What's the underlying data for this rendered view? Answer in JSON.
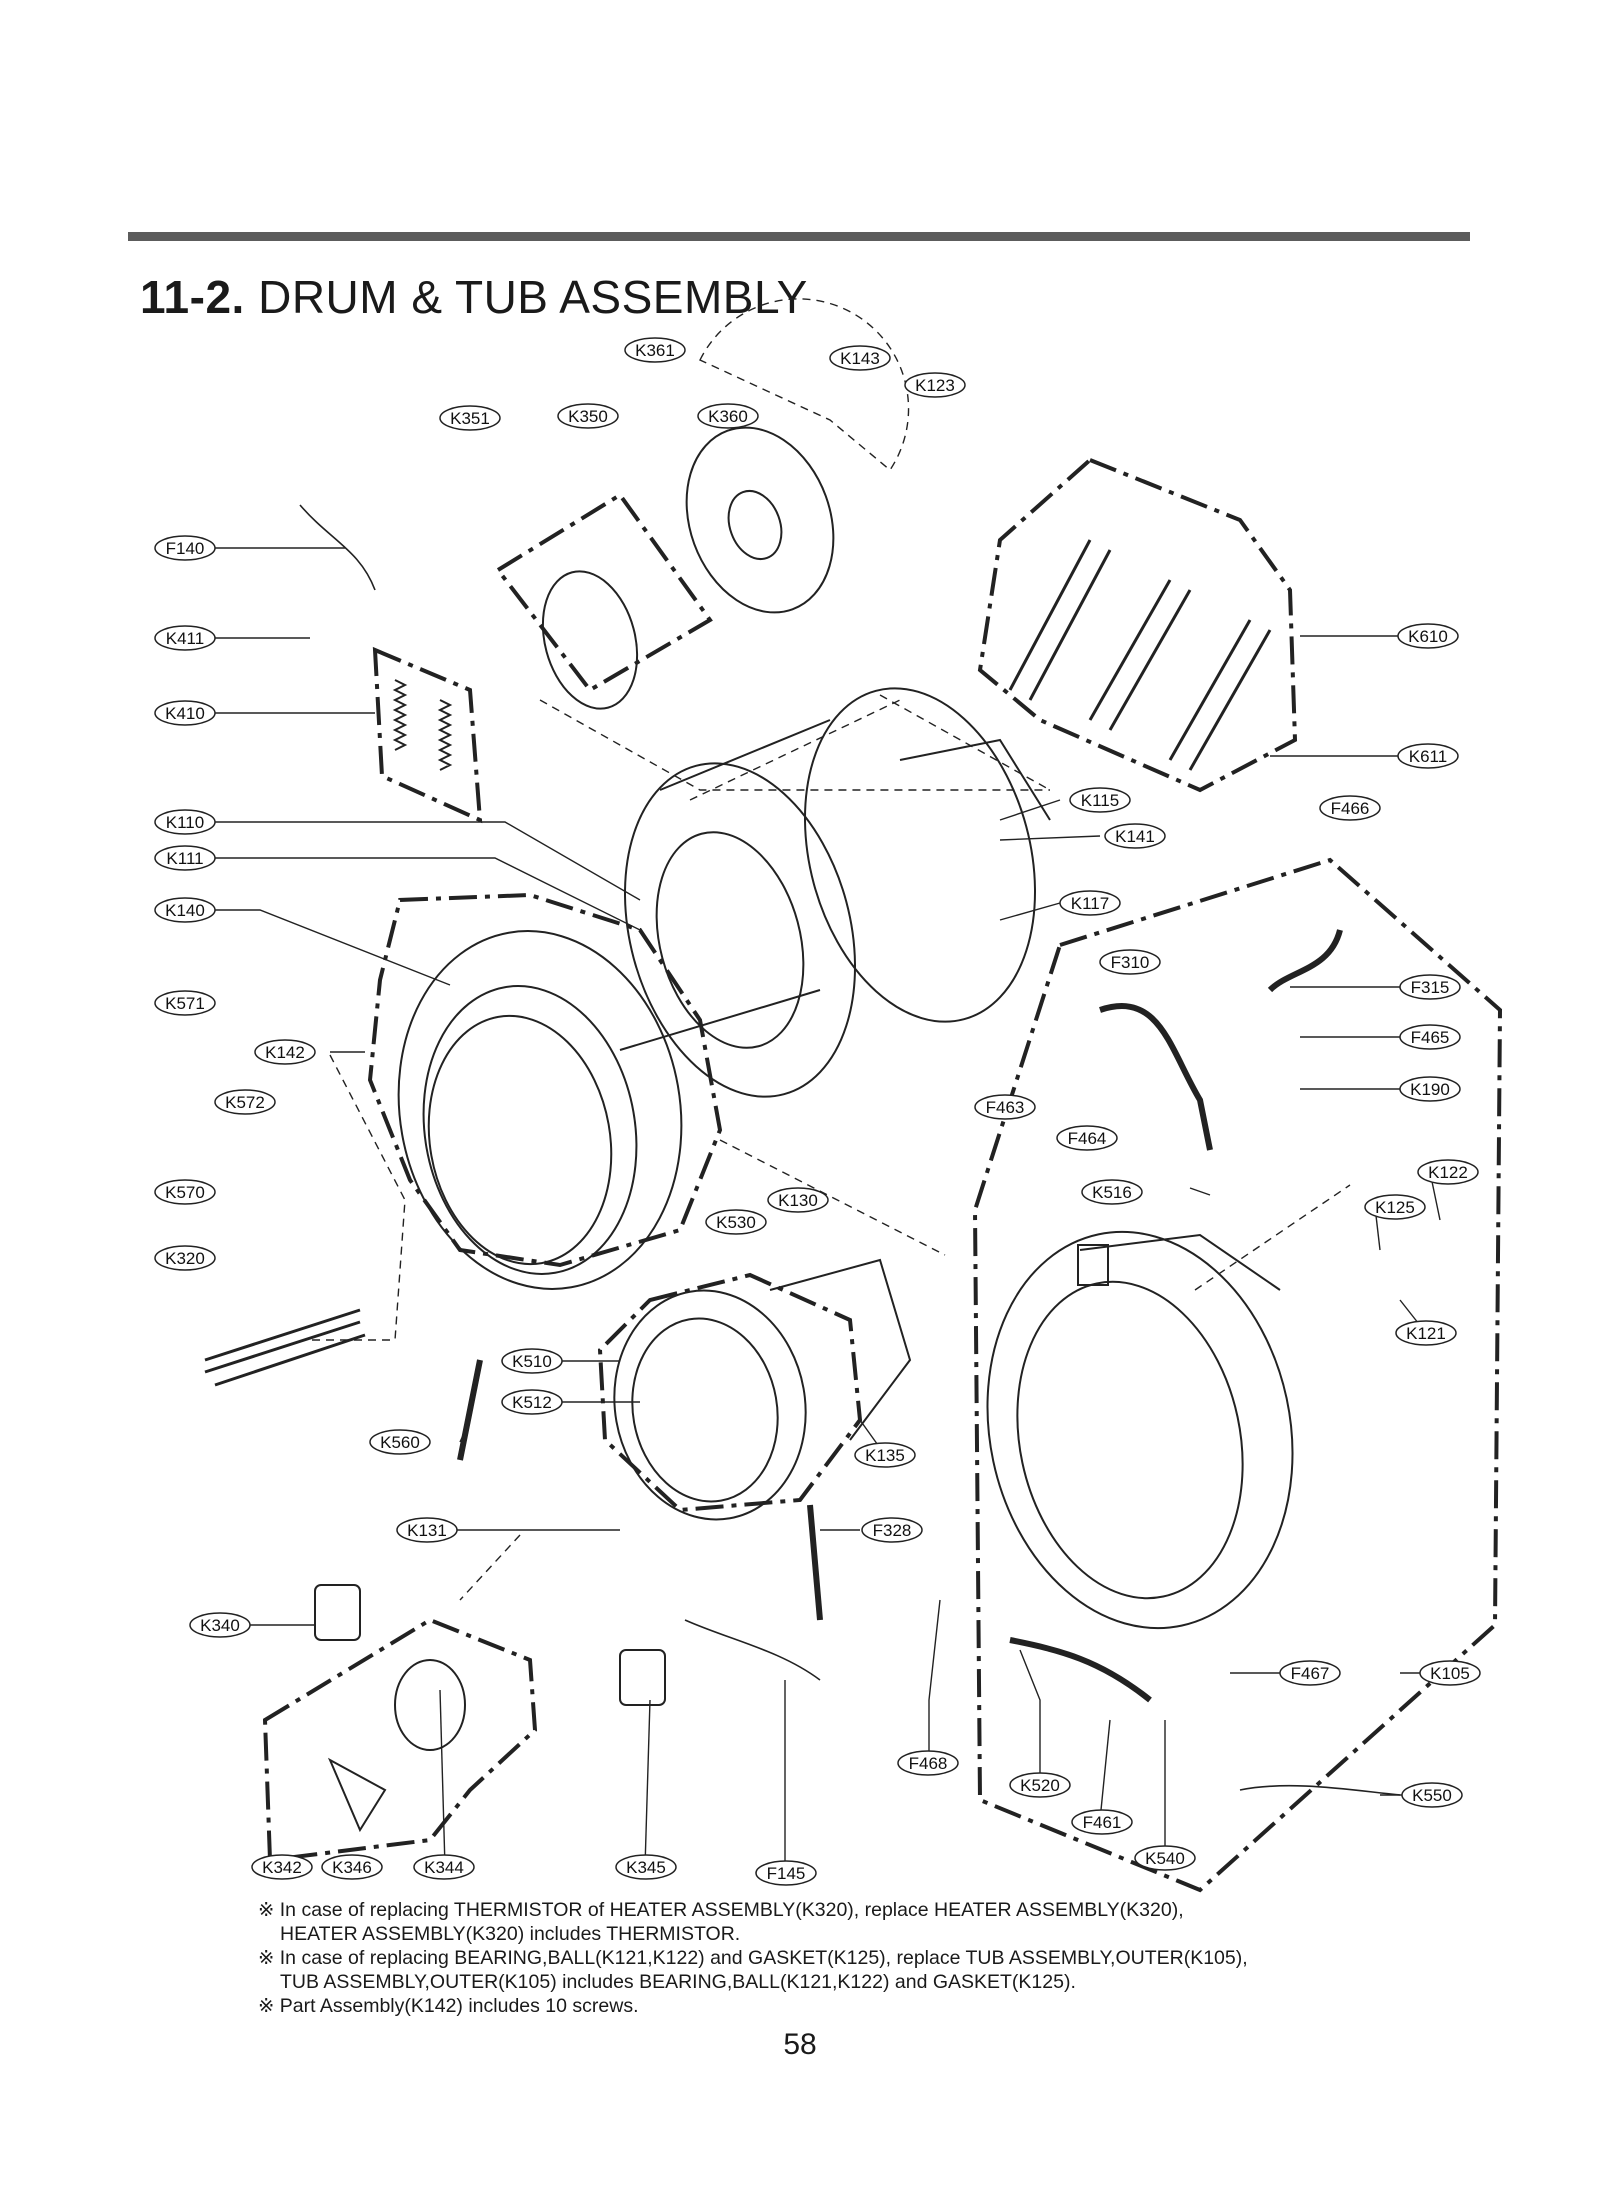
{
  "section": {
    "number": "11-2.",
    "title": "DRUM & TUB ASSEMBLY"
  },
  "callouts": [
    {
      "id": "k361",
      "code": "K361"
    },
    {
      "id": "k143",
      "code": "K143"
    },
    {
      "id": "k123",
      "code": "K123"
    },
    {
      "id": "k351",
      "code": "K351"
    },
    {
      "id": "k350",
      "code": "K350"
    },
    {
      "id": "k360",
      "code": "K360"
    },
    {
      "id": "f140",
      "code": "F140"
    },
    {
      "id": "k411",
      "code": "K411"
    },
    {
      "id": "k410",
      "code": "K410"
    },
    {
      "id": "k610",
      "code": "K610"
    },
    {
      "id": "k611",
      "code": "K611"
    },
    {
      "id": "k110",
      "code": "K110"
    },
    {
      "id": "k111",
      "code": "K111"
    },
    {
      "id": "k115",
      "code": "K115"
    },
    {
      "id": "k141",
      "code": "K141"
    },
    {
      "id": "f466",
      "code": "F466"
    },
    {
      "id": "k140",
      "code": "K140"
    },
    {
      "id": "k117",
      "code": "K117"
    },
    {
      "id": "f310",
      "code": "F310"
    },
    {
      "id": "f315",
      "code": "F315"
    },
    {
      "id": "k571",
      "code": "K571"
    },
    {
      "id": "k142",
      "code": "K142"
    },
    {
      "id": "f465",
      "code": "F465"
    },
    {
      "id": "k572",
      "code": "K572"
    },
    {
      "id": "k190",
      "code": "K190"
    },
    {
      "id": "f463",
      "code": "F463"
    },
    {
      "id": "f464",
      "code": "F464"
    },
    {
      "id": "k570",
      "code": "K570"
    },
    {
      "id": "k516",
      "code": "K516"
    },
    {
      "id": "k122",
      "code": "K122"
    },
    {
      "id": "k130",
      "code": "K130"
    },
    {
      "id": "k125",
      "code": "K125"
    },
    {
      "id": "k530",
      "code": "K530"
    },
    {
      "id": "k320",
      "code": "K320"
    },
    {
      "id": "k121",
      "code": "K121"
    },
    {
      "id": "k510",
      "code": "K510"
    },
    {
      "id": "k512",
      "code": "K512"
    },
    {
      "id": "k560",
      "code": "K560"
    },
    {
      "id": "k135",
      "code": "K135"
    },
    {
      "id": "k131",
      "code": "K131"
    },
    {
      "id": "f328",
      "code": "F328"
    },
    {
      "id": "k340",
      "code": "K340"
    },
    {
      "id": "f467",
      "code": "F467"
    },
    {
      "id": "k105",
      "code": "K105"
    },
    {
      "id": "f468",
      "code": "F468"
    },
    {
      "id": "k520",
      "code": "K520"
    },
    {
      "id": "k550",
      "code": "K550"
    },
    {
      "id": "f461",
      "code": "F461"
    },
    {
      "id": "k342",
      "code": "K342"
    },
    {
      "id": "k346",
      "code": "K346"
    },
    {
      "id": "k344",
      "code": "K344"
    },
    {
      "id": "k345",
      "code": "K345"
    },
    {
      "id": "f145",
      "code": "F145"
    },
    {
      "id": "k540",
      "code": "K540"
    }
  ],
  "notes": [
    {
      "mark": "※",
      "lines": [
        "In case of replacing THERMISTOR of HEATER ASSEMBLY(K320), replace HEATER ASSEMBLY(K320),",
        "HEATER ASSEMBLY(K320) includes THERMISTOR."
      ]
    },
    {
      "mark": "※",
      "lines": [
        "In case of replacing BEARING,BALL(K121,K122) and GASKET(K125), replace TUB ASSEMBLY,OUTER(K105),",
        "TUB ASSEMBLY,OUTER(K105) includes BEARING,BALL(K121,K122) and GASKET(K125)."
      ]
    },
    {
      "mark": "※",
      "lines": [
        "Part Assembly(K142) includes 10 screws."
      ]
    }
  ],
  "page_number": "58"
}
